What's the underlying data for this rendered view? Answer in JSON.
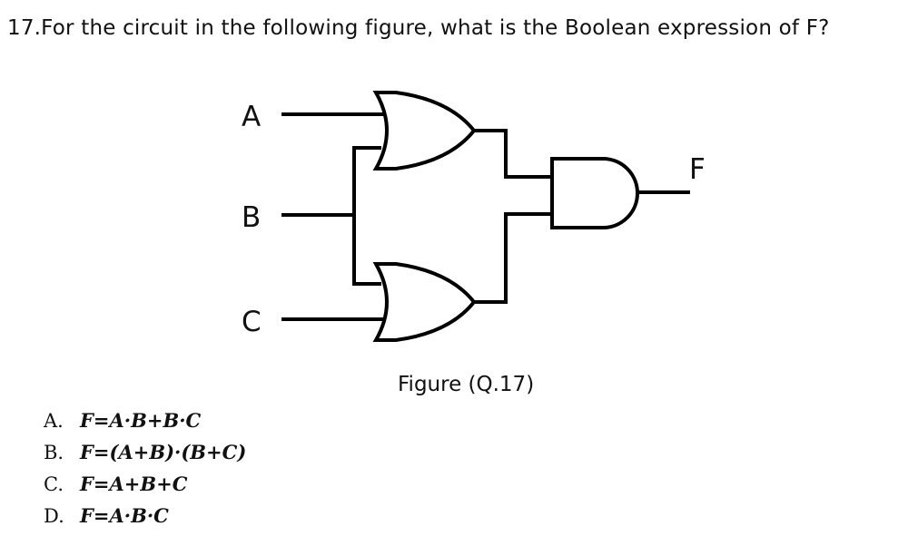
{
  "question": {
    "text": "17.For the circuit in the following figure, what is the Boolean expression of F?"
  },
  "figure": {
    "inputs": [
      "A",
      "B",
      "C"
    ],
    "output": "F",
    "caption": "Figure (Q.17)"
  },
  "options": [
    {
      "letter": "A.",
      "expression": "F=A·B+B·C"
    },
    {
      "letter": "B.",
      "expression": "F=(A+B)·(B+C)"
    },
    {
      "letter": "C.",
      "expression": "F=A+B+C"
    },
    {
      "letter": "D.",
      "expression": "F=A·B·C"
    }
  ]
}
